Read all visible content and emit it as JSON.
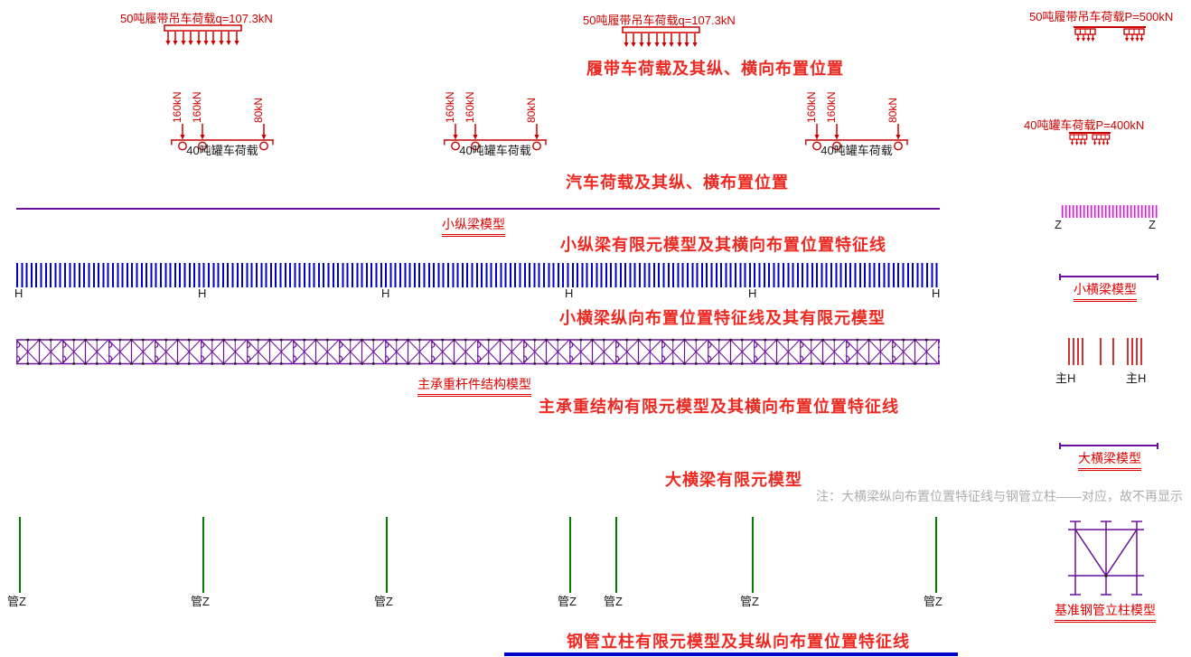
{
  "loads": {
    "crawler_q_label": "50吨履带吊车荷载q=107.3kN",
    "crawler_p_label": "50吨履带吊车荷载P=500kN",
    "tanker_p_label": "40吨罐车荷载P=400kN",
    "tanker_label": "40吨罐车荷载",
    "axle_loads": [
      "160kN",
      "160kN",
      "80kN"
    ]
  },
  "titles": {
    "crawler": "履带车荷载及其纵、横向布置位置",
    "vehicle": "汽车荷载及其纵、横布置位置",
    "small_longitudinal": "小纵梁有限元模型及其横向布置位置特征线",
    "small_transverse": "小横梁纵向布置位置特征线及其有限元模型",
    "main_bearing": "主承重结构有限元模型及其横向布置位置特征线",
    "big_transverse": "大横梁有限元模型",
    "pipe_column": "钢管立柱有限元模型及其纵向布置位置特征线"
  },
  "models": {
    "small_longitudinal": "小纵梁模型",
    "small_transverse": "小横梁模型",
    "main_truss": "主承重杆件结构模型",
    "big_transverse": "大横梁模型",
    "base_pipe_column": "基准钢管立柱模型"
  },
  "note": "注：大横梁纵向布置位置特征线与钢管立柱——对应，故不再显示",
  "markers": {
    "h": "H",
    "z": "Z",
    "main_h": "主H",
    "pipe_z": "管Z"
  },
  "colors": {
    "diagram_red": "#cc0000",
    "title_red": "#ee2922",
    "purple": "#6b0f9c",
    "blue": "#0000c8",
    "magenta": "#ff00ff",
    "green": "#007f00",
    "note_gray": "#adadad"
  }
}
